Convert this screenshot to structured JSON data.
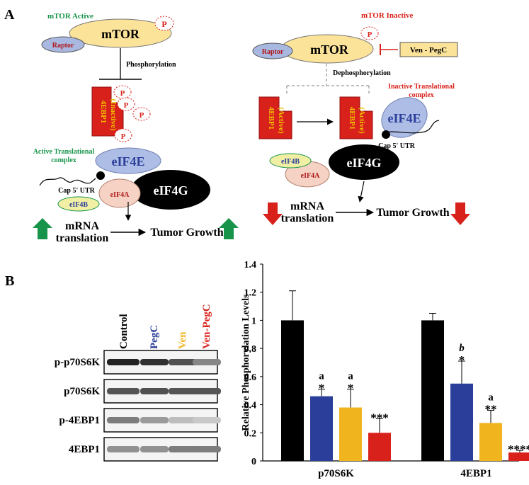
{
  "panel_a": {
    "label": "A",
    "left": {
      "state": "mTOR Active",
      "mtor": "mTOR",
      "raptor": "Raptor",
      "p": "P",
      "arrow_label": "Phosphorylation",
      "ebp_name": "4EBP1",
      "ebp_state": "(Inactive)",
      "complex": [
        "Active Translational",
        "complex"
      ],
      "eif4e": "eIF4E",
      "eif4g": "eIF4G",
      "eif4a": "eIF4A",
      "eif4b": "eIF4B",
      "cap": "Cap 5' UTR",
      "mrna": [
        "mRNA",
        "translation"
      ],
      "tumor": "Tumor Growth"
    },
    "right": {
      "state": "mTOR Inactive",
      "mtor": "mTOR",
      "raptor": "Raptor",
      "p": "P",
      "drug": "Ven - PegC",
      "arrow_label": "Dephosphorylation",
      "ebp_name": "4EBP1",
      "ebp_state": "(Active)",
      "complex": [
        "Inactive Translational",
        "complex"
      ],
      "eif4e": "eIF4E",
      "eif4g": "eIF4G",
      "eif4a": "eIF4A",
      "eif4b": "eIF4B",
      "cap": "Cap 5' UTR",
      "mrna": [
        "mRNA",
        "translation"
      ],
      "tumor": "Tumor Growth"
    },
    "colors": {
      "mtor_fill": "#fbe39a",
      "raptor_fill": "#a9b8e0",
      "ebp_fill": "#d9211b",
      "eif4e_fill": "#aebde6",
      "eif4g_fill": "#000000",
      "eif4a_fill": "#f5d2c4",
      "eif4b_fill": "#f1efa4",
      "up_arrow": "#17944a",
      "down_arrow": "#d9211b"
    }
  },
  "panel_b": {
    "label": "B",
    "lanes": [
      {
        "name": "Control",
        "color": "#000000"
      },
      {
        "name": "PegC",
        "color": "#2b3f9a"
      },
      {
        "name": "Ven",
        "color": "#f0b41e"
      },
      {
        "name": "Ven-PegC",
        "color": "#d9211b"
      }
    ],
    "blots": [
      {
        "label": "p-p70S6K",
        "intensities": [
          0.95,
          0.88,
          0.72,
          0.45
        ]
      },
      {
        "label": "p70S6K",
        "intensities": [
          0.7,
          0.72,
          0.7,
          0.7
        ]
      },
      {
        "label": "p-4EBP1",
        "intensities": [
          0.5,
          0.35,
          0.18,
          0.12
        ]
      },
      {
        "label": "4EBP1",
        "intensities": [
          0.4,
          0.4,
          0.5,
          0.5
        ]
      }
    ]
  },
  "chart_data": {
    "type": "bar",
    "title": "",
    "xlabel": "",
    "ylabel": "Relative Phosphorylation Levels",
    "ylim": [
      0,
      1.4
    ],
    "yticks": [
      "0",
      "0.2",
      "0.4",
      "0.6",
      "0.8",
      "1",
      "1.2",
      "1.4"
    ],
    "categories": [
      "p70S6K",
      "4EBP1"
    ],
    "grid": false,
    "series": [
      {
        "name": "Control",
        "color": "#000000",
        "values": [
          1.0,
          1.0
        ],
        "errors": [
          0.21,
          0.05
        ],
        "annotations": [
          "",
          ""
        ]
      },
      {
        "name": "PegC",
        "color": "#2b3f9a",
        "values": [
          0.46,
          0.55
        ],
        "errors": [
          0.05,
          0.16
        ],
        "annotations": [
          [
            "a",
            "*"
          ],
          [
            "b",
            "*"
          ]
        ]
      },
      {
        "name": "Ven",
        "color": "#f0b41e",
        "values": [
          0.38,
          0.27
        ],
        "errors": [
          0.13,
          0.09
        ],
        "annotations": [
          [
            "a",
            "*"
          ],
          [
            "a",
            "**"
          ]
        ]
      },
      {
        "name": "Ven-PegC",
        "color": "#d9211b",
        "values": [
          0.2,
          0.06
        ],
        "errors": [
          0.1,
          0.015
        ],
        "annotations": [
          [
            "***"
          ],
          [
            "****"
          ]
        ]
      }
    ]
  }
}
